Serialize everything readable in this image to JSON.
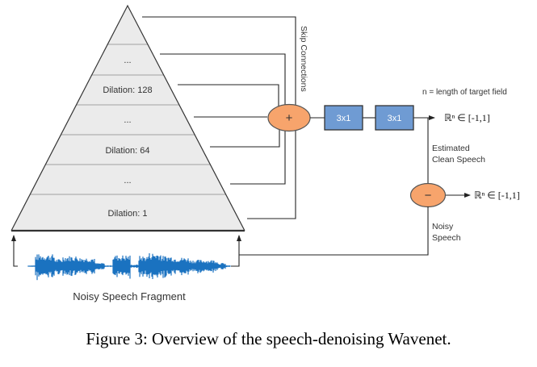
{
  "pyramid": {
    "layers": [
      {
        "label": ""
      },
      {
        "label": "..."
      },
      {
        "label": "Dilation: 128"
      },
      {
        "label": "..."
      },
      {
        "label": "Dilation: 64"
      },
      {
        "label": "..."
      },
      {
        "label": "Dilation: 1"
      }
    ]
  },
  "skip_connections_label": "Skip Connections",
  "sum_node": {
    "symbol": "+"
  },
  "conv_blocks": [
    {
      "label": "3x1"
    },
    {
      "label": "3x1"
    }
  ],
  "target_note": "n = length of target field",
  "output_top": "ℝⁿ ∈ [-1,1]",
  "estimated_label": [
    "Estimated",
    "Clean Speech"
  ],
  "diff_node": {
    "symbol": "−"
  },
  "output_bottom": "ℝⁿ ∈ [-1,1]",
  "noisy_label": [
    "Noisy",
    "Speech"
  ],
  "input_label": "Noisy Speech Fragment",
  "caption": "Figure 3: Overview of the speech-denoising Wavenet.",
  "colors": {
    "pyramid_fill": "#ebebeb",
    "node_fill": "#f7a46c",
    "block_fill": "#6f9bd3",
    "wave": "#1b72c0"
  }
}
